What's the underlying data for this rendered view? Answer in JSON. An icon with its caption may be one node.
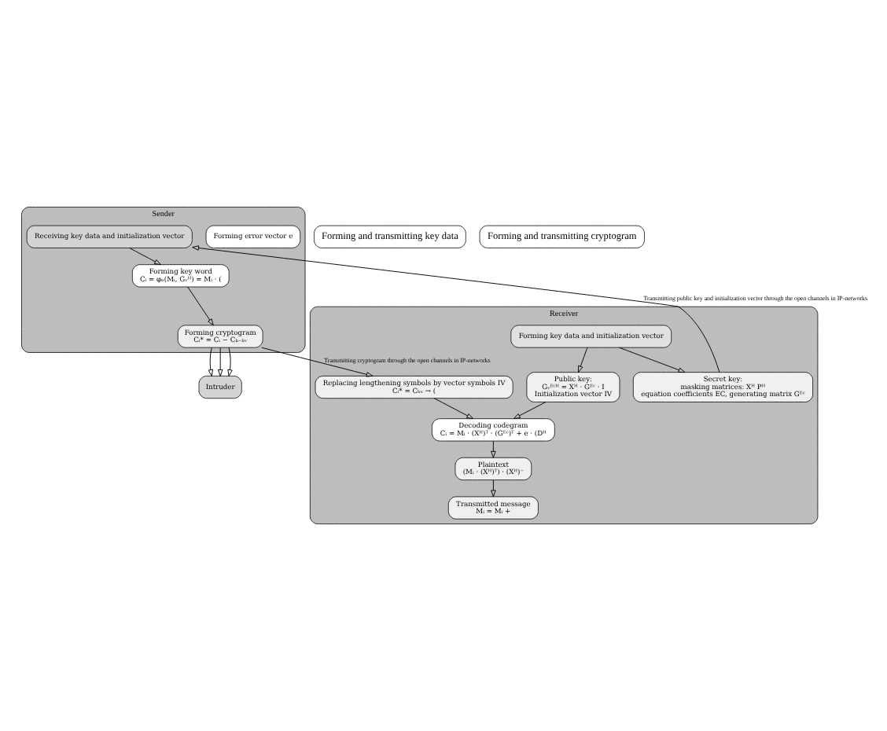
{
  "diagram": {
    "nodes": [
      {
        "text": [
          "Sender"
        ]
      },
      {
        "text": [
          "Receiver"
        ]
      },
      {
        "text": [
          "Forming and transmitting key data"
        ]
      },
      {
        "text": [
          "Forming error vector e"
        ],
        "in": 0
      },
      {
        "text": [
          "Receiving key data and initialization vector"
        ],
        "in": 0
      },
      {
        "text": [
          "Forming key word",
          "Cᵢ = φₙ(Mᵢ, Gᵥᴴ) = Mᵢ · ("
        ],
        "in": 0
      },
      {
        "text": [
          "Forming key data and initialization vector"
        ],
        "in": 1
      },
      {
        "text": [
          "Secret key:",
          "masking matrices: Xᴴ Pᴴ",
          "equation coefficients EC, generating matrix Gᴱᶜ"
        ],
        "in": 1
      },
      {
        "text": [
          "Public key:",
          "Gᵥᴱᶜᴴ = Xᴴ · Gᴱᶜ · I",
          "Initialization vector IV"
        ],
        "in": 1
      },
      {
        "text": [
          "Decoding codegram",
          "Cᵢ = Mᵢ · (Xᴴ)ᵀ · (Gᴱᶜ)ᵀ + e · (Dᴴ"
        ],
        "in": 1
      },
      {
        "text": [
          "Forming and transmitting cryptogram"
        ]
      },
      {
        "text": [
          "Forming cryptogram",
          "Cᵢ* = Cᵢ − Cₖ₋ₕᵥ"
        ],
        "in": 0
      },
      {
        "text": [
          "Intruder"
        ]
      },
      {
        "text": [
          "Replacing lengthening symbols by vector symbols IV",
          "Cᵢ* = Cₕᵥ → ("
        ],
        "in": 1
      },
      {
        "text": [
          "Plaintext",
          "(Mᵢ · (Xᴴ)ᵀ) · (Xᴴ)⁻"
        ],
        "in": 1
      },
      {
        "text": [
          "Transmitted message",
          "Mᵢ = Mᵢ +"
        ],
        "in": 1
      }
    ],
    "edges": [
      {
        "from": 4,
        "to": 5,
        "arrow": "to"
      },
      {
        "from": 5,
        "to": 11,
        "arrow": "to"
      },
      {
        "from": 6,
        "to": 7,
        "arrow": "to"
      },
      {
        "from": 6,
        "to": 8,
        "arrow": "to"
      },
      {
        "from": 7,
        "to": 4,
        "arrow": "to",
        "label": "Transmitting public key and initialization vector through the open channels in IP-networks"
      },
      {
        "from": 8,
        "to": 9,
        "arrow": "to"
      },
      {
        "from": 11,
        "to": 13,
        "arrow": "to",
        "label": "Transmitting cryptogram through the open channels in IP-networks"
      },
      {
        "from": 11,
        "to": 12,
        "arrow": "to"
      },
      {
        "from": 11,
        "to": 12,
        "arrow": "to"
      },
      {
        "from": 11,
        "to": 12,
        "arrow": "to"
      },
      {
        "from": 13,
        "to": 9,
        "arrow": "to"
      },
      {
        "from": 9,
        "to": 14,
        "arrow": "to"
      },
      {
        "from": 14,
        "to": 15,
        "arrow": "to"
      }
    ]
  }
}
